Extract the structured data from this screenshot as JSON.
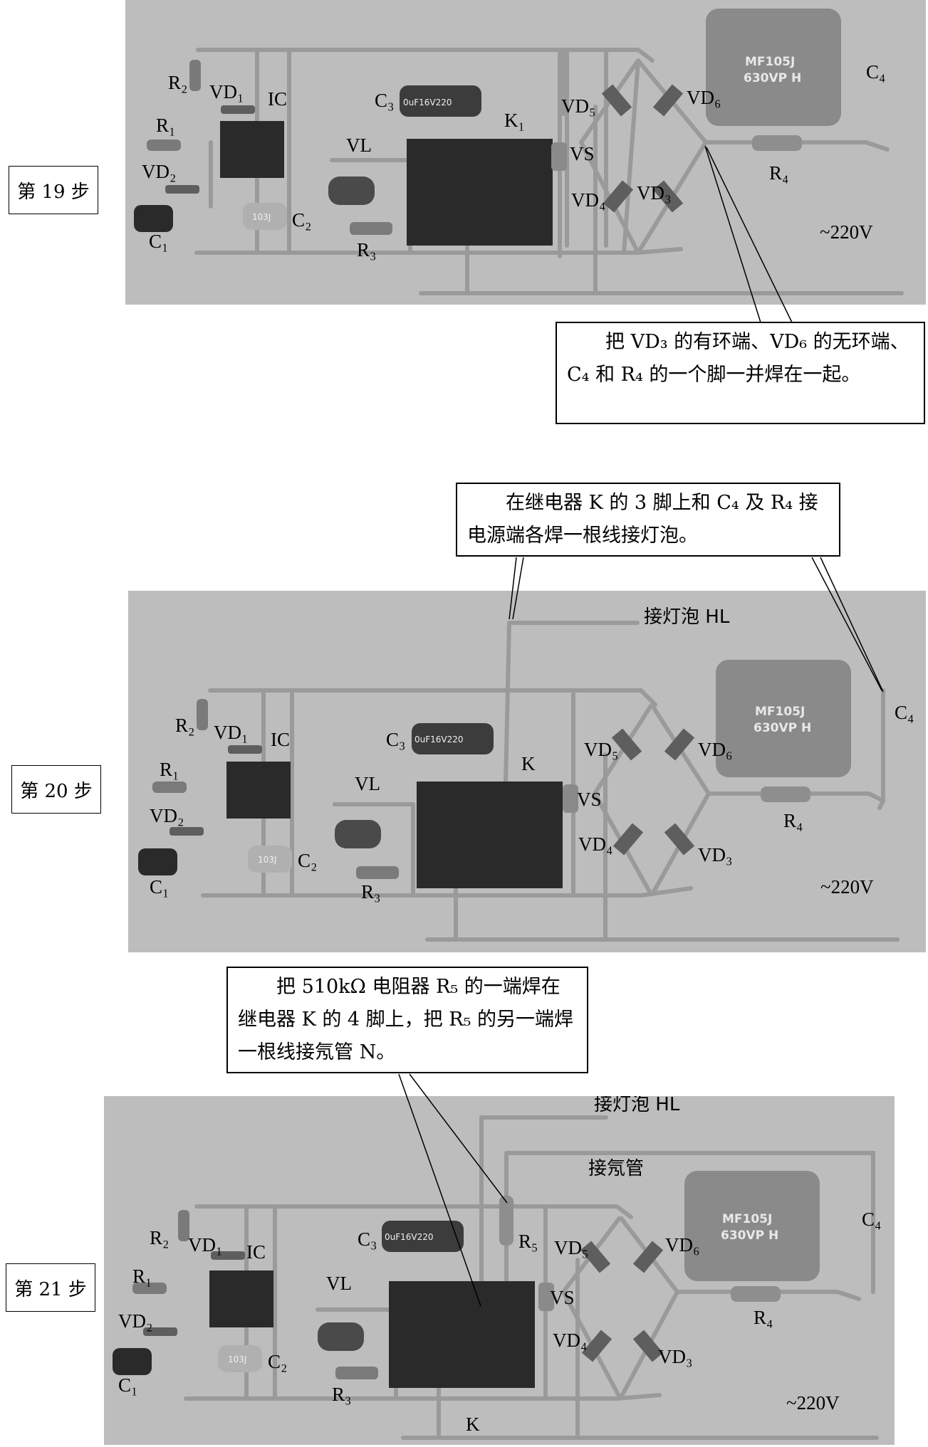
{
  "steps": [
    {
      "label": "第 19 步",
      "note": "把 VD₃ 的有环端、VD₆ 的无环端、C₄ 和 R₄ 的一个脚一并焊在一起。",
      "labels": {
        "r2": "R₂",
        "vd1": "VD₁",
        "ic": "IC",
        "r1": "R₁",
        "vd2": "VD₂",
        "c1": "C₁",
        "c2": "C₂",
        "vl": "VL",
        "r3": "R₃",
        "c3": "C₃",
        "relay": "K₁",
        "vd5": "VD₅",
        "vs": "VS",
        "vd4": "VD₄",
        "vd3": "VD₃",
        "vd6": "VD₆",
        "c4": "C₄",
        "r4": "R₄",
        "ac": "~220V"
      }
    },
    {
      "label": "第 20 步",
      "note": "在继电器 K 的 3 脚上和 C₄ 及 R₄ 接电源端各焊一根线接灯泡。",
      "lamp_label": "接灯泡 HL",
      "labels": {
        "r2": "R₂",
        "vd1": "VD₁",
        "ic": "IC",
        "r1": "R₁",
        "vd2": "VD₂",
        "c1": "C₁",
        "c2": "C₂",
        "vl": "VL",
        "r3": "R₃",
        "c3": "C₃",
        "relay": "K",
        "vd5": "VD₅",
        "vs": "VS",
        "vd4": "VD₄",
        "vd3": "VD₃",
        "vd6": "VD₆",
        "c4": "C₄",
        "r4": "R₄",
        "ac": "~220V"
      }
    },
    {
      "label": "第 21 步",
      "note": "把 510kΩ 电阻器 R₅ 的一端焊在继电器 K 的 4 脚上，把 R₅ 的另一端焊一根线接氖管 N。",
      "lamp_label": "接灯泡 HL",
      "neon_label": "接氖管",
      "labels": {
        "r2": "R₂",
        "vd1": "VD₁",
        "ic": "IC",
        "r1": "R₁",
        "vd2": "VD₂",
        "c1": "C₁",
        "c2": "C₂",
        "vl": "VL",
        "r3": "R₃",
        "c3": "C₃",
        "relay": "K",
        "vd5": "VD₅",
        "vs": "VS",
        "vd4": "VD₄",
        "vd3": "VD₃",
        "vd6": "VD₆",
        "c4": "C₄",
        "r4": "R₄",
        "ac": "~220V",
        "r5": "R₅"
      }
    }
  ],
  "component_print": {
    "c3_body": "0uF16V220",
    "c2_body": "103J",
    "c4_line1": "MF105J",
    "c4_line2": "630VP H"
  },
  "colors": {
    "board": "#bdbdbd",
    "wire": "#9a9a9a",
    "relay": "#2a2a2a",
    "cap_film": "#8a8a8a",
    "electrolytic": "#3c3c3c"
  }
}
